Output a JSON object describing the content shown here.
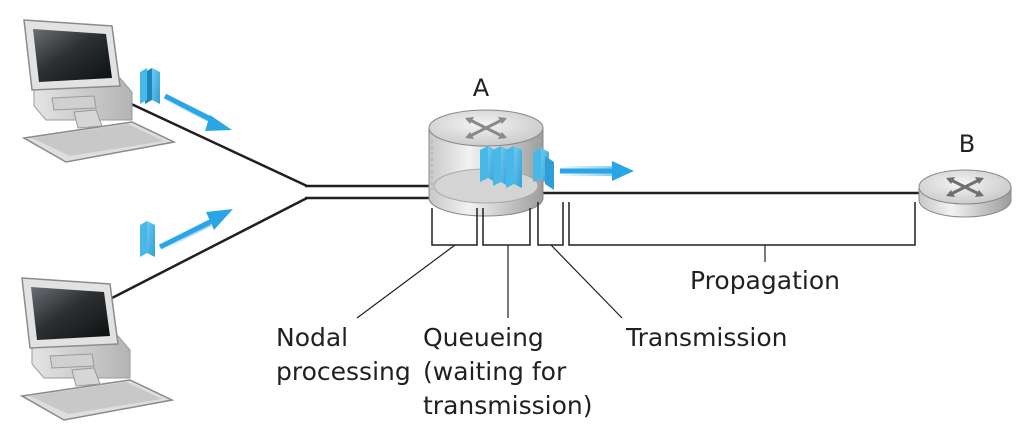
{
  "nodes": {
    "router_a_label": "A",
    "router_b_label": "B"
  },
  "labels": {
    "nodal_line1": "Nodal",
    "nodal_line2": "processing",
    "queueing_line1": "Queueing",
    "queueing_line2": "(waiting for",
    "queueing_line3": "transmission)",
    "transmission": "Transmission",
    "propagation": "Propagation"
  },
  "colors": {
    "packet": "#3aaee0",
    "arrow": "#2aa6e6",
    "line": "#231f20"
  },
  "icons": [
    "computer-icon",
    "router-icon",
    "packet-icon",
    "arrow-icon"
  ]
}
